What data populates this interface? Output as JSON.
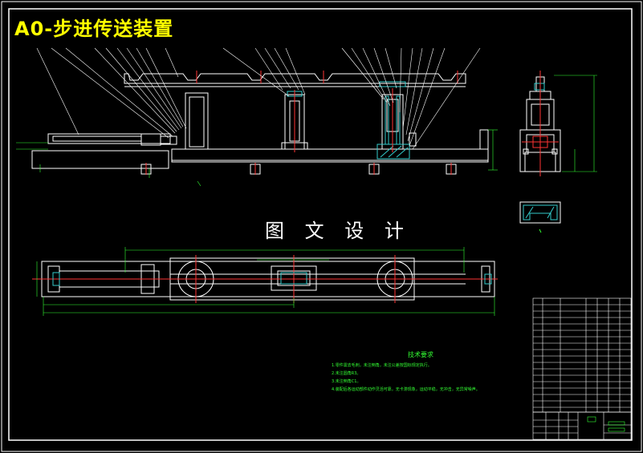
{
  "drawing": {
    "title": "A0-步进传送装置",
    "watermark": "图 文 设 计",
    "tech_requirements": {
      "heading": "技术要求",
      "lines": [
        "1.零件需去毛刺，未注倒角，未注公差按国标规定执行。",
        "2.未注圆角R3。",
        "3.未注倒角C1。",
        "4.装配后各运动部件动作灵活可靠，无卡滞现象，运动平稳，无冲击，无异常噪声。"
      ]
    }
  },
  "colors": {
    "background": "#000000",
    "outline": "#ffffff",
    "title": "#ffff00",
    "dimension": "#33ff33",
    "centerline": "#ff3333",
    "leader": "#ffffff",
    "hatch": "#33cccc",
    "accent": "#cc33cc"
  }
}
